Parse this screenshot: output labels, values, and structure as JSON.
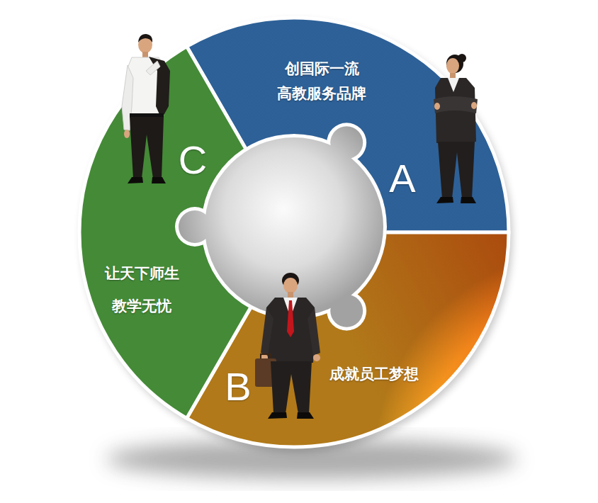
{
  "diagram": {
    "nodes": [
      {
        "text": [
          "创国际一流 高教服务品牌",
          "A"
        ]
      },
      {
        "text": [
          "B",
          "成就员工梦想"
        ]
      },
      {
        "text": [
          "C",
          "让天下师生 教学无忧"
        ]
      }
    ]
  }
}
